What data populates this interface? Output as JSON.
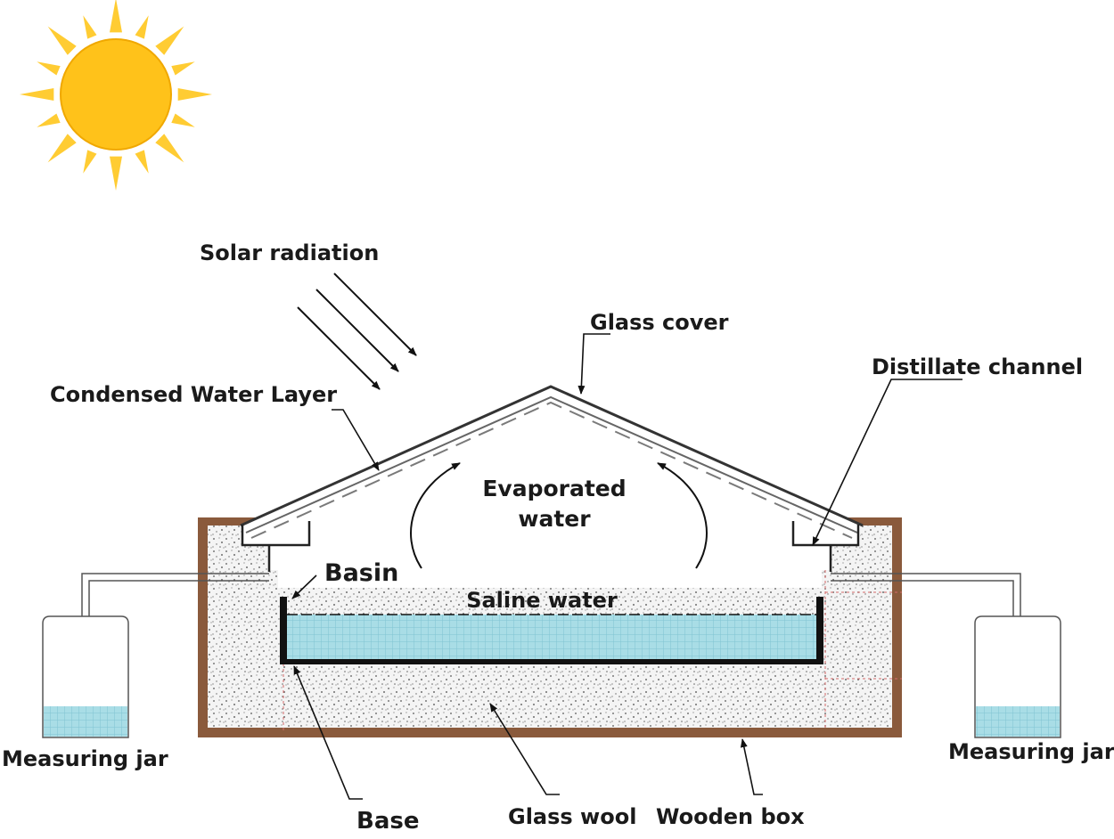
{
  "labels": {
    "solar_radiation": "Solar radiation",
    "glass_cover": "Glass cover",
    "distillate_channel": "Distillate channel",
    "condensed_water_layer": "Condensed Water Layer",
    "evaporated_water_line1": "Evaporated",
    "evaporated_water_line2": "water",
    "basin": "Basin",
    "saline_water": "Saline water",
    "measuring_jar_left": "Measuring jar",
    "measuring_jar_right": "Measuring jar",
    "base": "Base",
    "glass_wool": "Glass wool",
    "wooden_box": "Wooden box"
  },
  "colors": {
    "sun_core": "#ffc21a",
    "sun_rays": "#ffcc33",
    "water": "#a9dde6",
    "wood": "#8a5a3c",
    "basin": "#111111",
    "glass": "#444444",
    "insulation": "#f2f2f2"
  }
}
